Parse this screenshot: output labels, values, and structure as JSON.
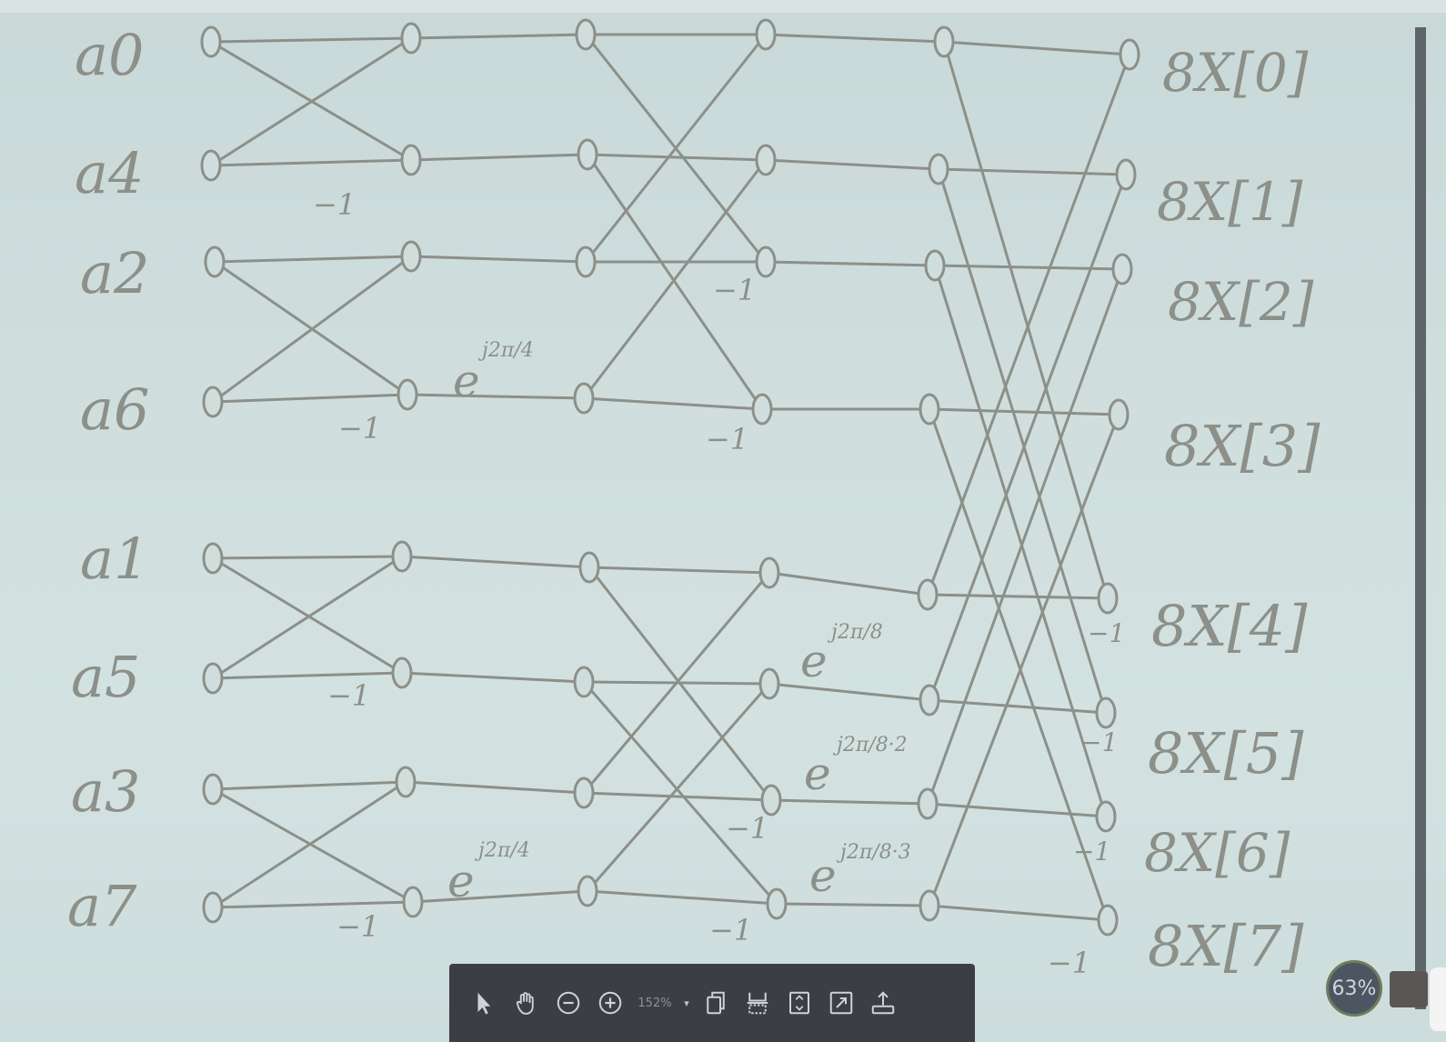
{
  "whiteboard": {
    "inputs": [
      "a0",
      "a4",
      "a2",
      "a6",
      "a1",
      "a5",
      "a3",
      "a7"
    ],
    "outputs": [
      "8X[0]",
      "8X[1]",
      "8X[2]",
      "8X[3]",
      "8X[4]",
      "8X[5]",
      "8X[6]",
      "8X[7]"
    ],
    "neg_one": "−1",
    "twiddle_e": "e",
    "twiddle_exp_1": "j2π/4",
    "twiddle_exp_2": "j2π/8",
    "twiddle_exp_3": "j2π/8·2",
    "twiddle_exp_4": "j2π/8·3"
  },
  "toolbar": {
    "zoom_level": "152%",
    "zoom_caret": "▾",
    "tools": [
      "select-arrow",
      "hand-pan",
      "zoom-out",
      "zoom-in",
      "copy",
      "split-view",
      "fit-page",
      "fullscreen",
      "share-upload"
    ]
  },
  "status": {
    "battery_percent": "63%"
  },
  "colors": {
    "ink": "#8c9088",
    "board": "#cfdedd",
    "toolbar_bg": "#3b3f44"
  }
}
